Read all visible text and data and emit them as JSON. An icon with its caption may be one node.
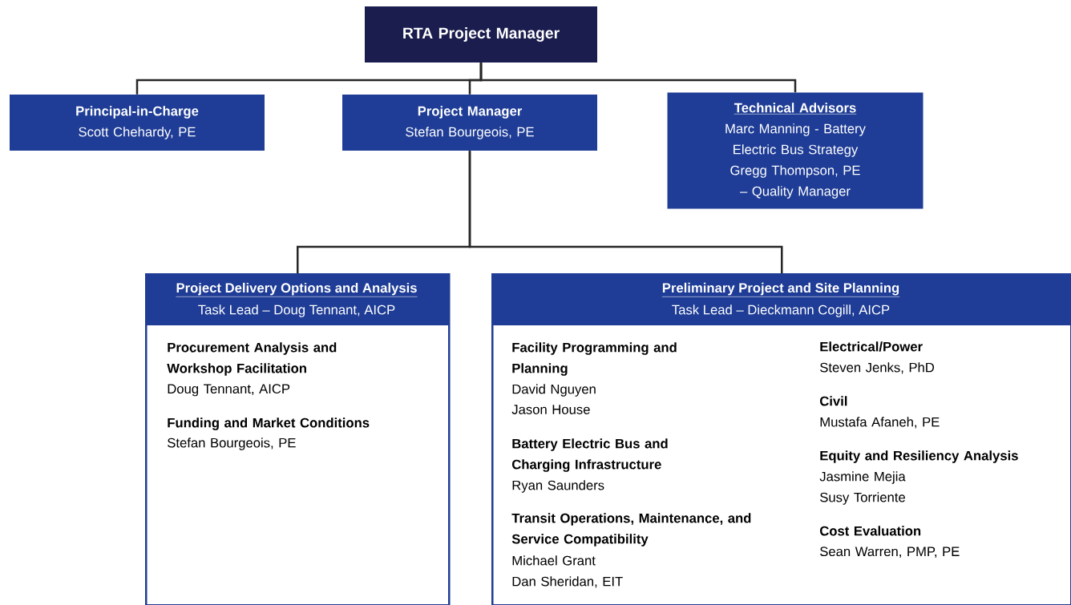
{
  "diagram": {
    "nodes": [
      {
        "text": [
          "RTA Project Manager"
        ]
      },
      {
        "text": [
          "Principal-in-Charge",
          "Scott Chehardy, PE"
        ]
      },
      {
        "text": [
          "Project Manager",
          "Stefan Bourgeois, PE"
        ]
      },
      {
        "text": [
          "Technical Advisors",
          "Marc Manning - Battery Electric Bus Strategy",
          "Gregg Thompson, PE – Quality Manager"
        ]
      },
      {
        "text": [
          "Project Delivery Options and Analysis",
          "Task Lead – Doug Tennant, AICP",
          "Procurement Analysis and Workshop Facilitation",
          "Doug Tennant, AICP",
          "Funding and Market Conditions",
          "Stefan Bourgeois, PE"
        ]
      },
      {
        "text": [
          "Preliminary Project and Site Planning",
          "Task Lead – Dieckmann Cogill, AICP",
          "Facility Programming and Planning",
          "David Nguyen",
          "Jason House",
          "Battery Electric Bus and Charging Infrastructure",
          "Ryan Saunders",
          "Transit Operations, Maintenance, and Service Compatibility",
          "Michael Grant",
          "Dan Sheridan, EIT",
          "Electrical/Power",
          "Steven Jenks, PhD",
          "Civil",
          "Mustafa Afaneh, PE",
          "Equity and Resiliency Analysis",
          "Jasmine Mejia",
          "Susy Torriente",
          "Cost Evaluation",
          "Sean Warren, PMP, PE"
        ]
      }
    ],
    "edges": [
      {
        "from": 0,
        "to": 1,
        "arrow": "none"
      },
      {
        "from": 0,
        "to": 2,
        "arrow": "none"
      },
      {
        "from": 0,
        "to": 3,
        "arrow": "none"
      },
      {
        "from": 2,
        "to": 4,
        "arrow": "none"
      },
      {
        "from": 2,
        "to": 5,
        "arrow": "none"
      }
    ]
  }
}
